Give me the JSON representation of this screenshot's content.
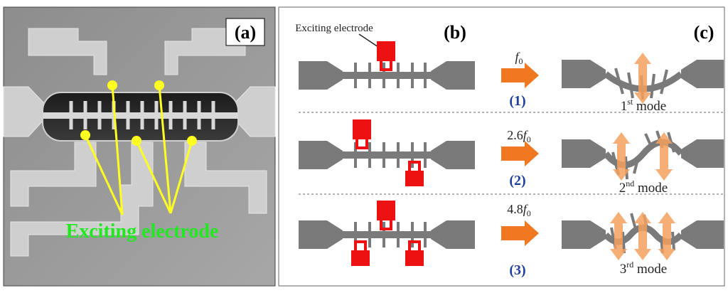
{
  "panels": {
    "a": {
      "label": "(a)",
      "annotation": "Exciting electrode",
      "colors": {
        "marker": "#ffff22",
        "annotation": "#22e822"
      }
    },
    "b": {
      "label": "(b)",
      "callout": "Exciting electrode",
      "colors": {
        "beam": "#7a7a7a",
        "electrode": "#ee1111"
      }
    },
    "c": {
      "label": "(c)",
      "colors": {
        "beam": "#7a7a7a",
        "arrow": "#f5a060"
      }
    }
  },
  "rows": [
    {
      "freq_coef": "",
      "freq_symbol": "f",
      "freq_sub": "0",
      "step": "(1)",
      "mode_num": "1",
      "mode_sup": "st",
      "mode_word": " mode"
    },
    {
      "freq_coef": "2.6",
      "freq_symbol": "f",
      "freq_sub": "0",
      "step": "(2)",
      "mode_num": "2",
      "mode_sup": "nd",
      "mode_word": " mode"
    },
    {
      "freq_coef": "4.8",
      "freq_symbol": "f",
      "freq_sub": "0",
      "step": "(3)",
      "mode_num": "3",
      "mode_sup": "rd",
      "mode_word": " mode"
    }
  ],
  "colors": {
    "drive_arrow": "#f07820",
    "separator": "#888888"
  }
}
